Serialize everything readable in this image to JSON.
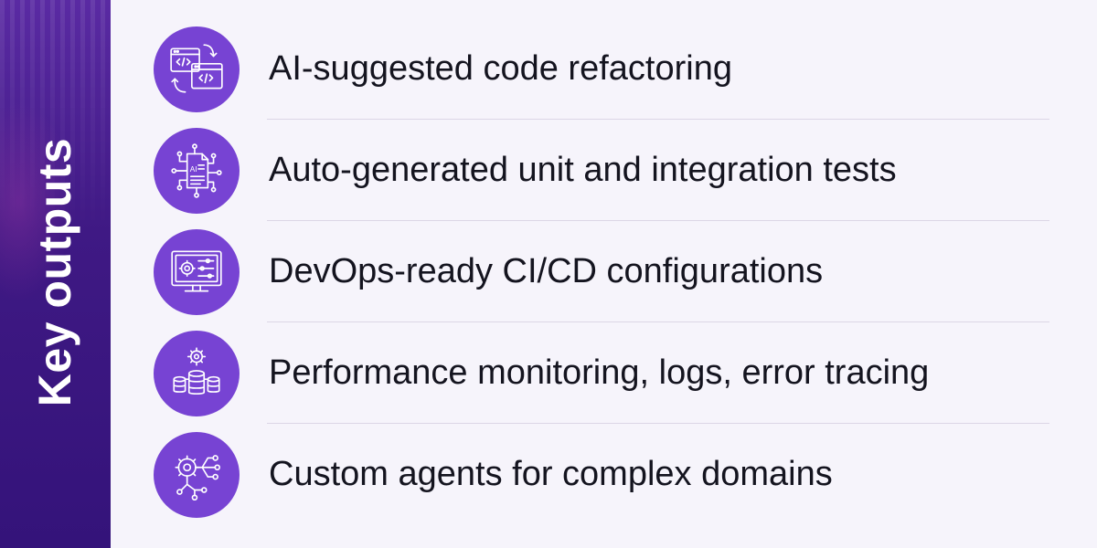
{
  "sidebar": {
    "title": "Key outputs"
  },
  "colors": {
    "sidebar": "#3f1984",
    "icon_circle": "#7743d3",
    "background": "#f6f4fb",
    "text": "#14141f"
  },
  "items": [
    {
      "label": "AI-suggested code refactoring",
      "icon": "code-windows-icon"
    },
    {
      "label": "Auto-generated unit and integration tests",
      "icon": "ai-document-circuit-icon"
    },
    {
      "label": "DevOps-ready CI/CD configurations",
      "icon": "monitor-settings-icon"
    },
    {
      "label": "Performance monitoring, logs, error tracing",
      "icon": "database-gear-icon"
    },
    {
      "label": "Custom agents for complex domains",
      "icon": "gear-network-icon"
    }
  ]
}
